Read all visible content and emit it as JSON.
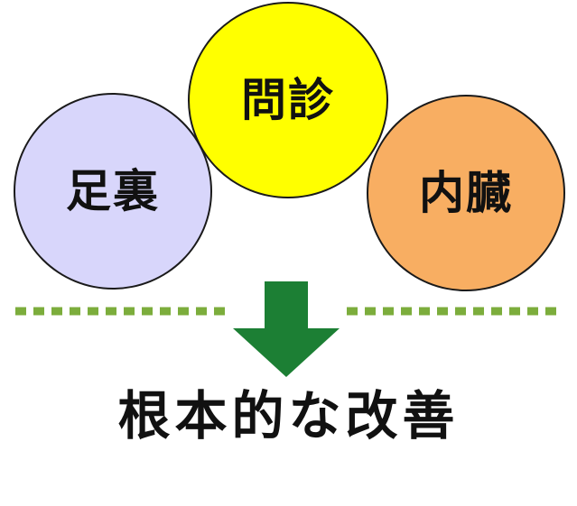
{
  "circles": {
    "sole": {
      "label": "足裏",
      "color": "#d8d6fb"
    },
    "interview": {
      "label": "問診",
      "color": "#ffff00"
    },
    "organs": {
      "label": "内臓",
      "color": "#f8ae62"
    }
  },
  "divider": {
    "color": "#7cad3c",
    "style": "dotted"
  },
  "arrow": {
    "color": "#1c7f34",
    "direction": "down",
    "icon": "arrow-down-icon"
  },
  "result": {
    "text": "根本的な改善"
  }
}
